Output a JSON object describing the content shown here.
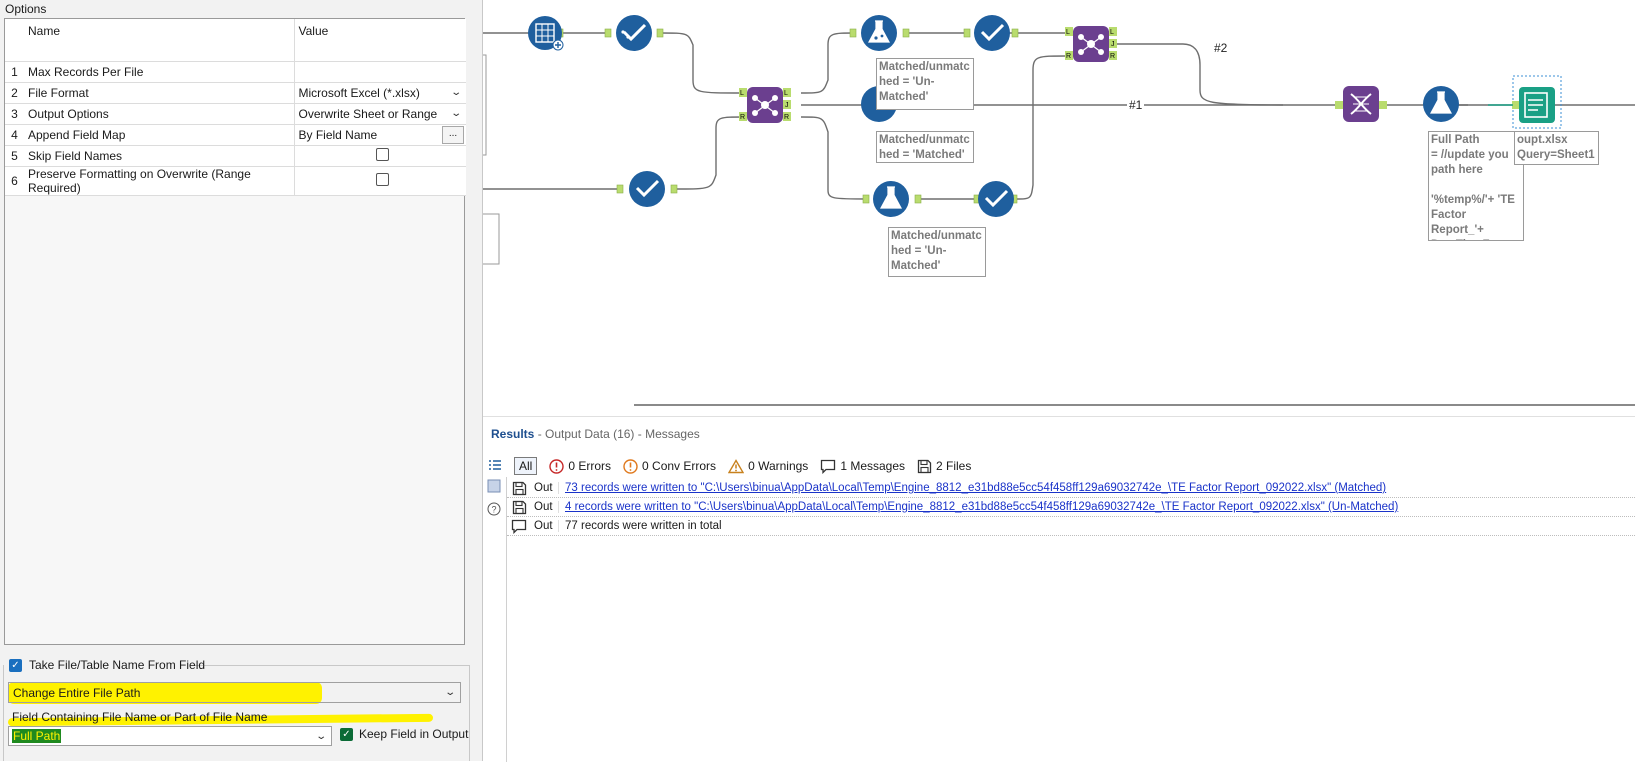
{
  "options": {
    "title": "Options",
    "header": {
      "name": "Name",
      "value": "Value"
    },
    "rows": [
      {
        "num": "1",
        "name": "Max Records Per File",
        "value": ""
      },
      {
        "num": "2",
        "name": "File Format",
        "value": "Microsoft Excel (*.xlsx)"
      },
      {
        "num": "3",
        "name": "Output Options",
        "value": "Overwrite Sheet or Range"
      },
      {
        "num": "4",
        "name": "Append Field Map",
        "value": "By Field Name",
        "button": "..."
      },
      {
        "num": "5",
        "name": "Skip Field Names",
        "checked": false
      },
      {
        "num": "6",
        "name": "Preserve Formatting on Overwrite (Range Required)",
        "checked": false
      }
    ]
  },
  "file_name": {
    "take_label": "Take File/Table Name From Field",
    "take_checked": true,
    "mode_value": "Change Entire File Path",
    "field_label": "Field Containing File Name or Part of File Name",
    "field_value": "Full Path",
    "keep_label": "Keep Field in Output",
    "keep_checked": true,
    "highlight_color": "#fff200"
  },
  "canvas": {
    "annotations": {
      "filter_top_a": "Matched/unmatc\nhed = 'Un-\nMatched'",
      "filter_top_b": "Matched/unmatc\nhed = 'Matched'",
      "filter_bottom": "Matched/unmatc\nhed = 'Un-\nMatched'",
      "formula": "Full Path\n= //update you\npath here\n\n'%temp%/'+ 'TE\nFactor Report_'+\nDateTimeFor...",
      "output": "oupt.xlsx\nQuery=Sheet1",
      "left_partial": "-\n-"
    },
    "wire_labels": {
      "one": "#1",
      "two": "#2"
    },
    "colors": {
      "tool_blue": "#1f5f9e",
      "join_purple": "#6b3f8f",
      "output_teal": "#1aa085",
      "anchor_green": "#b9dc6e",
      "wire": "#6e6e6e"
    }
  },
  "results": {
    "title": "Results",
    "subtitle": "- Output Data (16) - Messages",
    "filters": {
      "all": "All",
      "errors": "0 Errors",
      "conv_errors": "0 Conv Errors",
      "warnings": "0 Warnings",
      "messages": "1 Messages",
      "files": "2 Files"
    },
    "rows": [
      {
        "tool": "Out",
        "text": "73 records were written to \"C:\\Users\\binua\\AppData\\Local\\Temp\\Engine_8812_e31bd88e5cc54f458ff129a69032742e_\\TE Factor Report_092022.xlsx\" (Matched)",
        "link": true
      },
      {
        "tool": "Out",
        "text": "4 records were written to \"C:\\Users\\binua\\AppData\\Local\\Temp\\Engine_8812_e31bd88e5cc54f458ff129a69032742e_\\TE Factor Report_092022.xlsx\" (Un-Matched)",
        "link": true
      },
      {
        "tool": "Out",
        "text": "77 records were written in total",
        "link": false
      }
    ]
  }
}
